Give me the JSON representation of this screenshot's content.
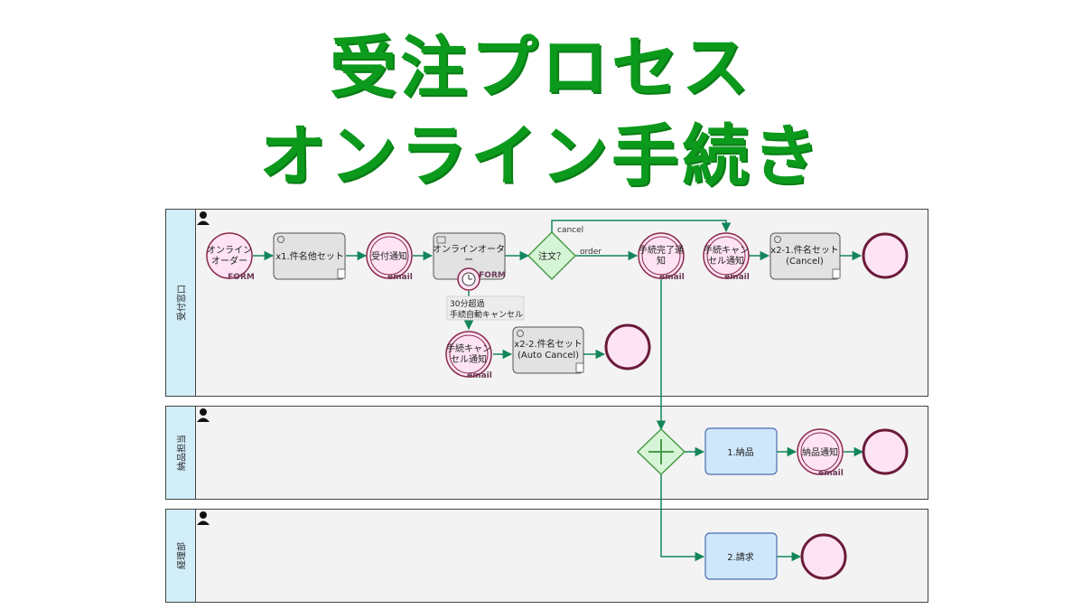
{
  "title": {
    "line1": "受注プロセス",
    "line2": "オンライン手続き"
  },
  "lanes": [
    {
      "label": "受付窓口"
    },
    {
      "label": "納品担当"
    },
    {
      "label": "経理部"
    }
  ],
  "events": {
    "start": {
      "lines": [
        "オンライン",
        "オーダー"
      ],
      "tag": "FORM"
    },
    "receipt_notice": {
      "lines": [
        "受付通知"
      ],
      "tag": "email"
    },
    "complete_notice": {
      "lines": [
        "手続完了通",
        "知"
      ],
      "tag": "email"
    },
    "cancel_notice": {
      "lines": [
        "手続キャン",
        "セル通知"
      ],
      "tag": "email"
    },
    "auto_cancel_notice": {
      "lines": [
        "手続キャン",
        "セル通知"
      ],
      "tag": "email"
    },
    "delivery_notice": {
      "lines": [
        "納品通知"
      ],
      "tag": "email"
    }
  },
  "tasks": {
    "t_x1": {
      "lines": [
        "x1.件名他セット"
      ]
    },
    "t_order": {
      "lines": [
        "オンラインオータ",
        "ー"
      ],
      "tag": "FORM"
    },
    "t_x21": {
      "lines": [
        "x2-1.件名セット",
        "(Cancel)"
      ]
    },
    "t_x22": {
      "lines": [
        "x2-2.件名セット",
        "(Auto Cancel)"
      ]
    },
    "t_delivery": {
      "lines": [
        "1.納品"
      ]
    },
    "t_billing": {
      "lines": [
        "2.請求"
      ]
    }
  },
  "gateway": {
    "label": "注文？"
  },
  "flows": {
    "cancel": "cancel",
    "order": "order"
  },
  "timer_annotation": {
    "lines": [
      "30分超過",
      "手続自動キャンセル"
    ]
  },
  "colors": {
    "title": "#0c9a1c",
    "flow": "#12865a",
    "event_fill": "#fde3f3",
    "event_stroke": "#8a2a4a",
    "end_stroke": "#6b1b3a",
    "task_fill": "#e2e2e2",
    "task_blue_fill": "#cfe7fb",
    "task_blue_stroke": "#4a6fb0",
    "gateway_fill": "#d6f5d6",
    "lane_label": "#d2eef9"
  }
}
